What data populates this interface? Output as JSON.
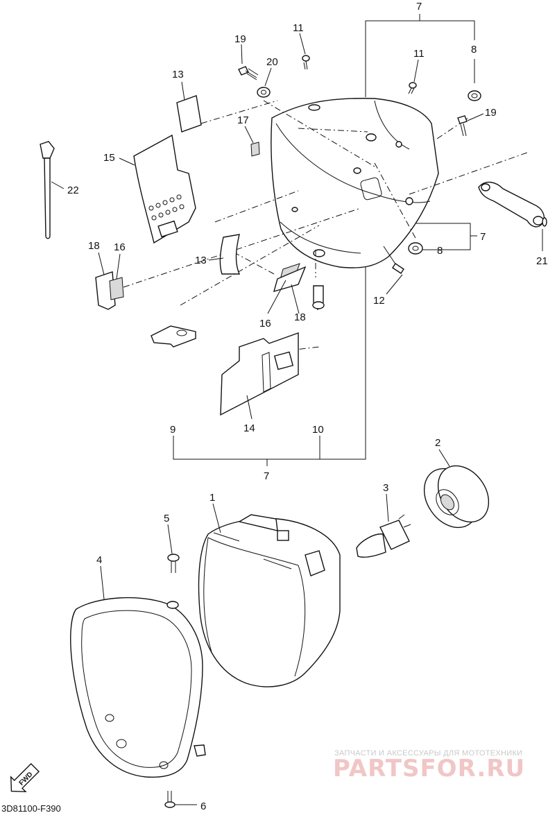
{
  "callouts": {
    "c7_top": "7",
    "c8_top": "8",
    "c11_a": "11",
    "c11_b": "11",
    "c19_a": "19",
    "c20": "20",
    "c19_b": "19",
    "c13_a": "13",
    "c17": "17",
    "c15": "15",
    "c22": "22",
    "c18_a": "18",
    "c16_a": "16",
    "c13_b": "13",
    "c16_b": "16",
    "c18_b": "18",
    "c7_right": "7",
    "c8_right": "8",
    "c21": "21",
    "c12": "12",
    "c9": "9",
    "c14": "14",
    "c10": "10",
    "c7_bottom": "7",
    "c1": "1",
    "c2": "2",
    "c3": "3",
    "c4": "4",
    "c5": "5",
    "c6": "6"
  },
  "diagram_code": "3D81100-F390",
  "fwd_label": "FWD",
  "watermark": {
    "tagline": "ЗАПЧАСТИ И АКСЕССУАРЫ ДЛЯ МОТОТЕХНИКИ",
    "brand": "PARTSFOR.RU"
  }
}
